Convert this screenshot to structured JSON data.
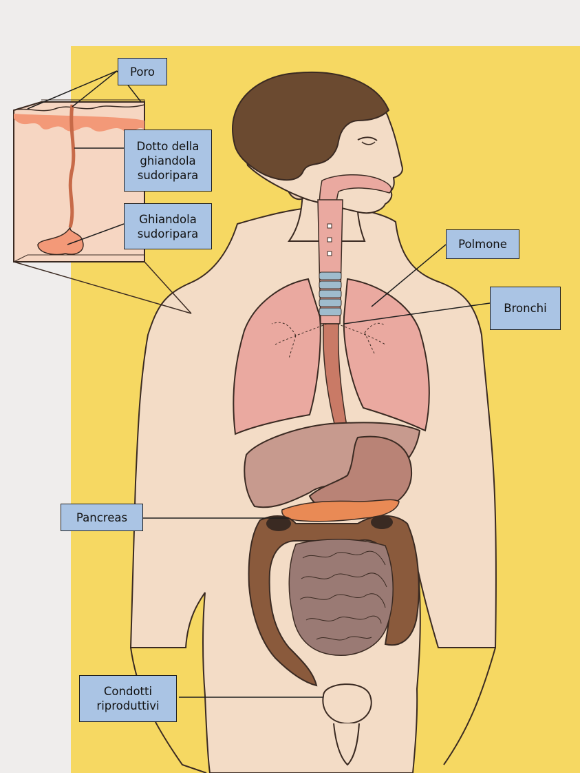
{
  "labels": {
    "poro": [
      "Poro"
    ],
    "dotto": [
      "Dotto della",
      "ghiandola",
      "sudoripara"
    ],
    "ghiandola": [
      "Ghiandola",
      "sudoripara"
    ],
    "polmone": [
      "Polmone"
    ],
    "bronchi": [
      "Bronchi"
    ],
    "pancreas": [
      "Pancreas"
    ],
    "condotti": [
      "Condotti",
      "riproduttivi"
    ]
  },
  "colors": {
    "page": "#efedec",
    "background_panel": "#f6d862",
    "label_fill": "#aac4e4",
    "skin": "#f3dcc6",
    "hair": "#6b4a30",
    "lung": "#eaa9a0",
    "trachea_rings": "#9fbccd",
    "stomach": "#b98376",
    "liver": "#c79a8e",
    "pancreas": "#e98a55",
    "large_intestine": "#8a5a3c",
    "small_intestine": "#9a7a74"
  }
}
